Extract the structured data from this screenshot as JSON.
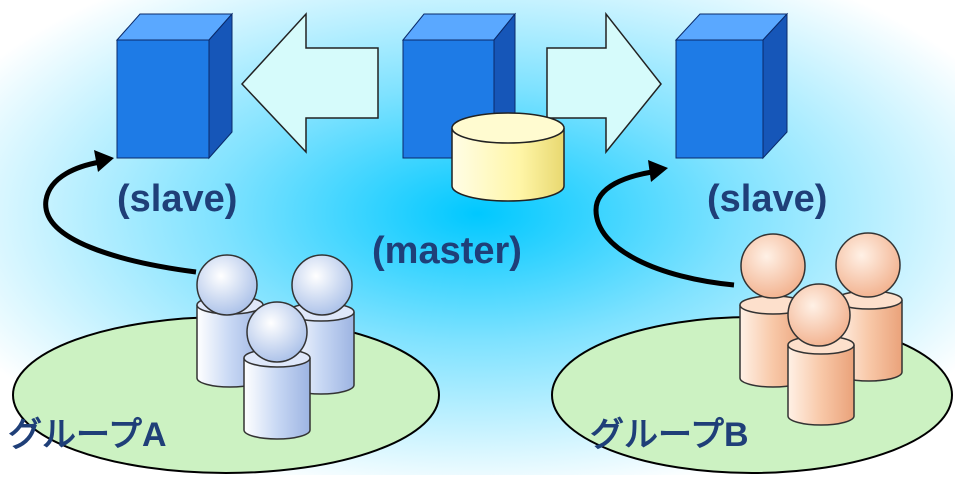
{
  "labels": {
    "slave_left": "(slave)",
    "slave_right": "(slave)",
    "master": "(master)",
    "group_a": "グループA",
    "group_b": "グループB"
  },
  "colors": {
    "background_glow": "#00c8ff",
    "server_front": "#1e7be6",
    "server_top": "#5aa8ff",
    "server_side": "#1656b8",
    "arrow_fill": "#d6fbfb",
    "database_fill": "#fff8b8",
    "group_a_ellipse": "#ccf2c2",
    "group_b_ellipse": "#ccf2c2",
    "user_blue": "#c8d8f4",
    "user_orange": "#f8c8a8",
    "label_text": "#1f3f78"
  }
}
